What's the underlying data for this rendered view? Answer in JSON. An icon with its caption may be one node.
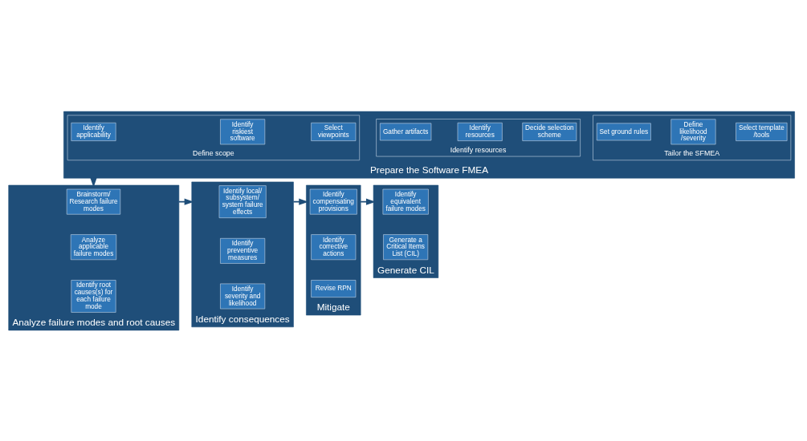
{
  "diagram": {
    "nodes": [
      {
        "text": [
          "Prepare the Software FMEA"
        ]
      },
      {
        "text": [
          "Define scope"
        ],
        "in": 0
      },
      {
        "text": [
          "Identify applicability"
        ],
        "in": 1
      },
      {
        "text": [
          "Identify riskiest software"
        ],
        "in": 1
      },
      {
        "text": [
          "Select viewpoints"
        ],
        "in": 1
      },
      {
        "text": [
          "Identify resources"
        ],
        "in": 0
      },
      {
        "text": [
          "Gather artifacts"
        ],
        "in": 5
      },
      {
        "text": [
          "Identify resources"
        ],
        "in": 5
      },
      {
        "text": [
          "Decide selection scheme"
        ],
        "in": 5
      },
      {
        "text": [
          "Tailor the SFMEA"
        ],
        "in": 0
      },
      {
        "text": [
          "Set ground rules"
        ],
        "in": 9
      },
      {
        "text": [
          "Define likelihood /severity"
        ],
        "in": 9
      },
      {
        "text": [
          "Select template /tools"
        ],
        "in": 9
      },
      {
        "text": [
          "Analyze failure modes and root causes"
        ]
      },
      {
        "text": [
          "Brainstorm/ Research failure modes"
        ],
        "in": 13
      },
      {
        "text": [
          "Analyze applicable failure modes"
        ],
        "in": 13
      },
      {
        "text": [
          "Identify root causes(s) for each failure mode"
        ],
        "in": 13
      },
      {
        "text": [
          "Identify consequences"
        ]
      },
      {
        "text": [
          "Identify local/ subsystem/ system failure effects"
        ],
        "in": 17
      },
      {
        "text": [
          "Identify preventive measures"
        ],
        "in": 17
      },
      {
        "text": [
          "Identify severity and likelihood"
        ],
        "in": 17
      },
      {
        "text": [
          "Mitigate"
        ]
      },
      {
        "text": [
          "Identify compensating provisions"
        ],
        "in": 21
      },
      {
        "text": [
          "Identify corrective actions"
        ],
        "in": 21
      },
      {
        "text": [
          "Revise RPN"
        ],
        "in": 21
      },
      {
        "text": [
          "Generate CIL"
        ]
      },
      {
        "text": [
          "Identify equivalent failure modes"
        ],
        "in": 25
      },
      {
        "text": [
          "Generate a Critical Items List (CIL)"
        ],
        "in": 25
      }
    ],
    "edges": [
      {
        "from": 0,
        "to": 13,
        "arrow": "to"
      },
      {
        "from": 13,
        "to": 17,
        "arrow": "to"
      },
      {
        "from": 17,
        "to": 21,
        "arrow": "to"
      },
      {
        "from": 21,
        "to": 25,
        "arrow": "to"
      }
    ]
  }
}
